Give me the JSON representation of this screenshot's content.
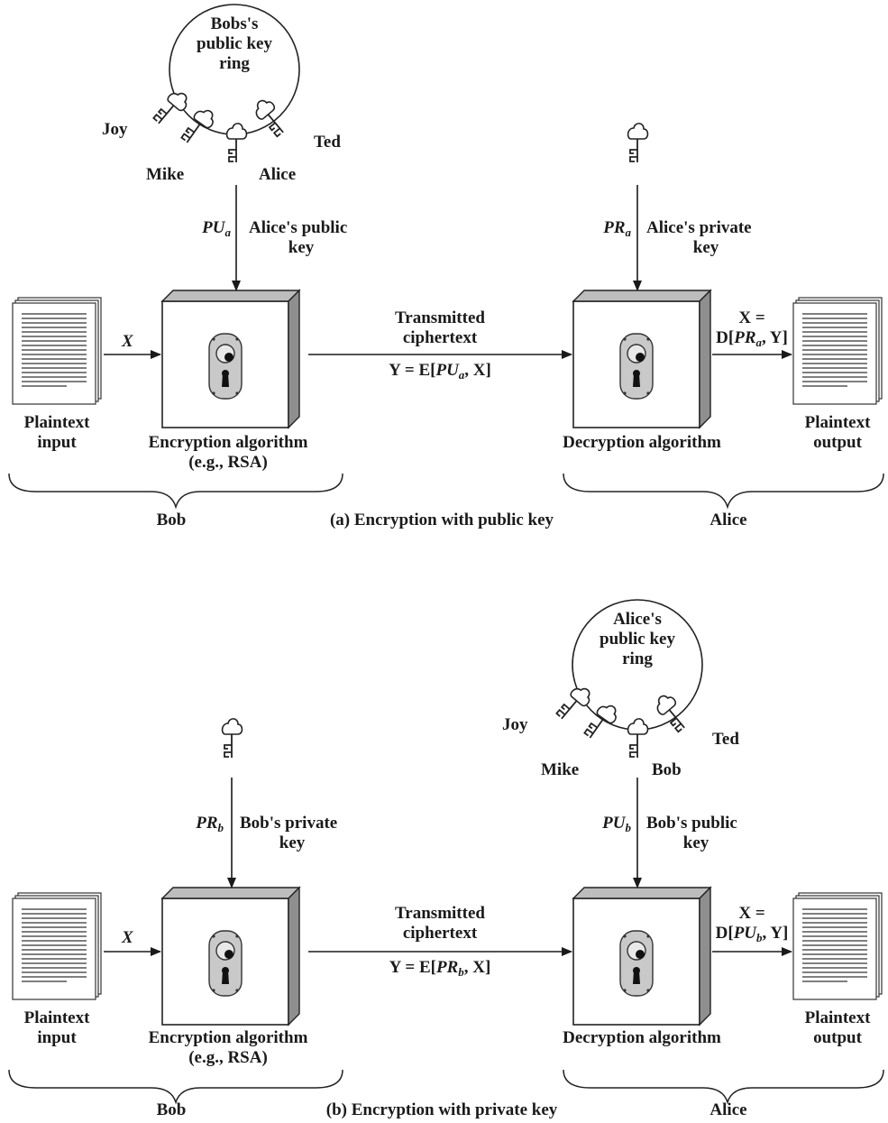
{
  "panels": [
    {
      "caption": "(a) Encryption with public key",
      "ring_label": [
        "Bobs's",
        "public key",
        "ring"
      ],
      "ring_keys": [
        "Joy",
        "Mike",
        "Alice",
        "Ted"
      ],
      "key_symbol": {
        "main": "PU",
        "sub": "a"
      },
      "key_desc": [
        "Alice's public",
        "key"
      ],
      "right_key_symbol": {
        "main": "PR",
        "sub": "a"
      },
      "right_key_desc": [
        "Alice's private",
        "key"
      ],
      "input_var": "X",
      "plaintext_input": [
        "Plaintext",
        "input"
      ],
      "enc_label": [
        "Encryption algorithm",
        "(e.g., RSA)"
      ],
      "transmitted": [
        "Transmitted",
        "ciphertext"
      ],
      "cipher_formula": {
        "pre": "Y = E[",
        "main": "PU",
        "sub": "a",
        "post": ", X]"
      },
      "dec_label": "Decryption algorithm",
      "output_formula": {
        "line1": "X =",
        "pre": "D[",
        "main": "PR",
        "sub": "a",
        "post": ", Y]"
      },
      "plaintext_output": [
        "Plaintext",
        "output"
      ],
      "left_party": "Bob",
      "right_party": "Alice"
    },
    {
      "caption": "(b) Encryption with private key",
      "ring_label": [
        "Alice's",
        "public key",
        "ring"
      ],
      "ring_keys": [
        "Joy",
        "Mike",
        "Bob",
        "Ted"
      ],
      "key_symbol": {
        "main": "PR",
        "sub": "b"
      },
      "key_desc": [
        "Bob's private",
        "key"
      ],
      "right_key_symbol": {
        "main": "PU",
        "sub": "b"
      },
      "right_key_desc": [
        "Bob's public",
        "key"
      ],
      "input_var": "X",
      "plaintext_input": [
        "Plaintext",
        "input"
      ],
      "enc_label": [
        "Encryption algorithm",
        "(e.g., RSA)"
      ],
      "transmitted": [
        "Transmitted",
        "ciphertext"
      ],
      "cipher_formula": {
        "pre": "Y = E[",
        "main": "PR",
        "sub": "b",
        "post": ", X]"
      },
      "dec_label": "Decryption algorithm",
      "output_formula": {
        "line1": "X =",
        "pre": "D[",
        "main": "PU",
        "sub": "b",
        "post": ", Y]"
      },
      "plaintext_output": [
        "Plaintext",
        "output"
      ],
      "left_party": "Bob",
      "right_party": "Alice"
    }
  ]
}
